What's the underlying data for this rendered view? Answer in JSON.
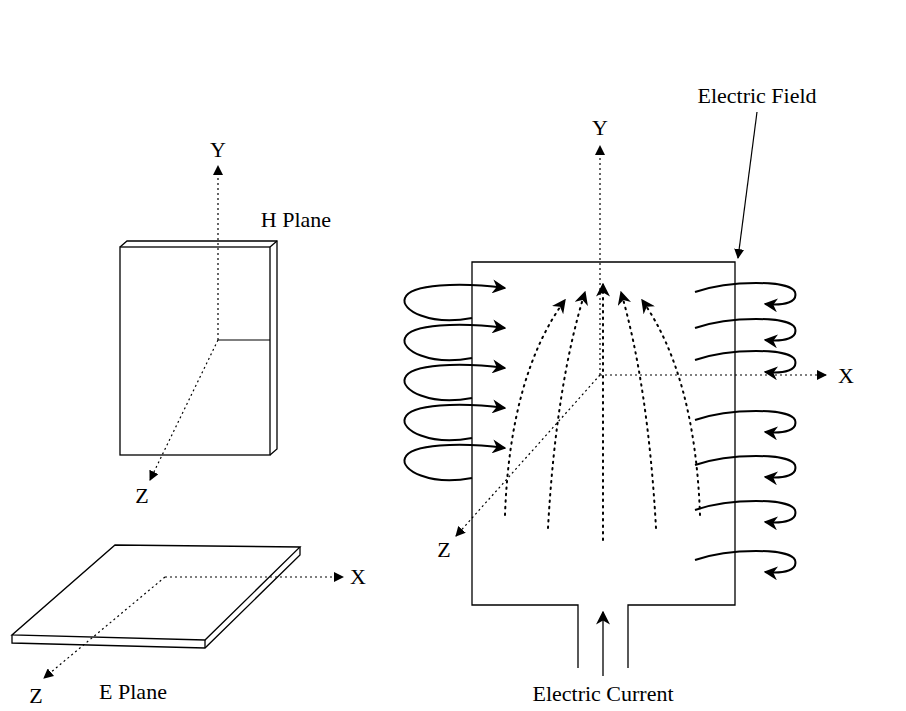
{
  "diagram": {
    "labels": [
      "Electric Field",
      "Y",
      "Y",
      "H Plane",
      "X",
      "Z",
      "Z",
      "X",
      "E Plane",
      "Z",
      "Electric Current"
    ]
  }
}
